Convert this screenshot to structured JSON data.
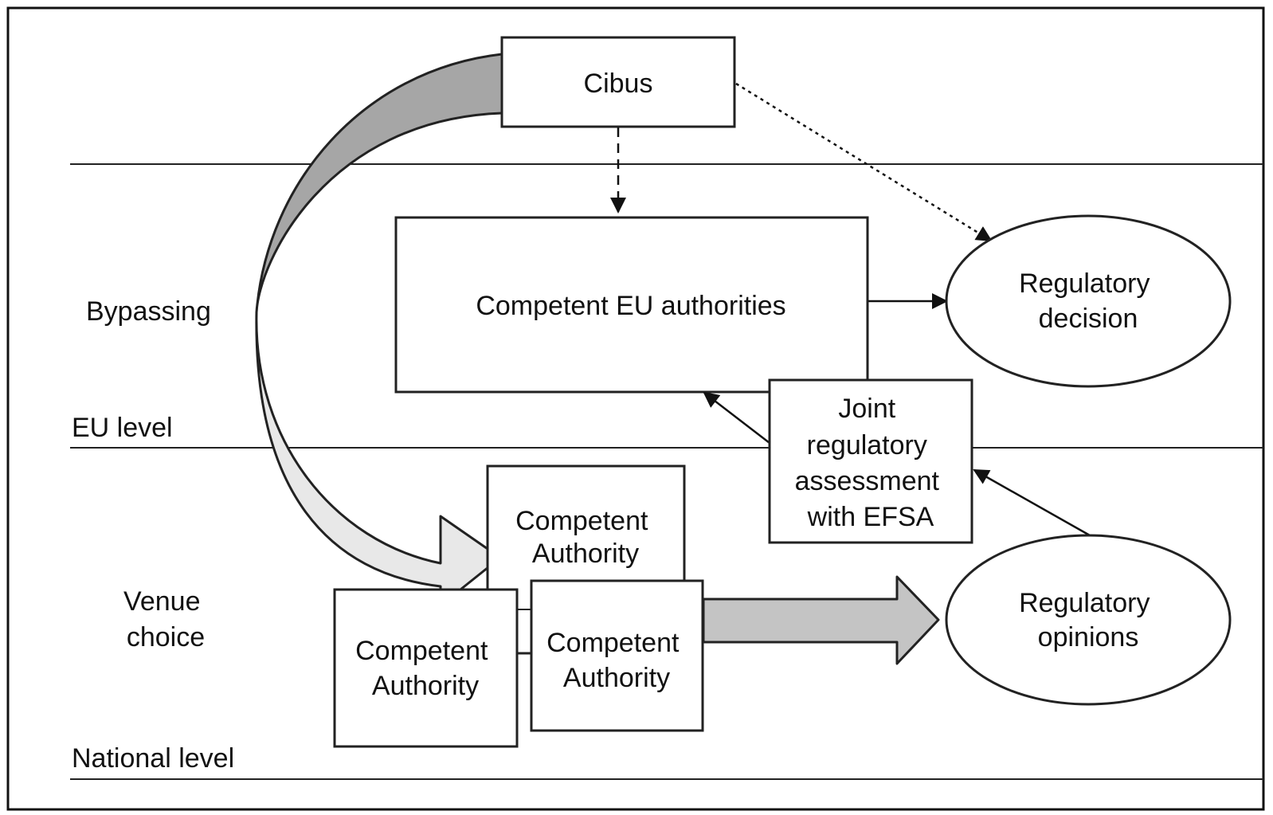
{
  "levels": {
    "eu": "EU level",
    "national": "National level"
  },
  "strategies": {
    "bypassing": "Bypassing",
    "venue_choice": [
      "Venue",
      "choice"
    ]
  },
  "nodes": {
    "cibus": "Cibus",
    "eu_authorities": "Competent EU authorities",
    "regulatory_decision": [
      "Regulatory",
      "decision"
    ],
    "joint_assessment": [
      "Joint",
      "regulatory",
      "assessment",
      "with EFSA"
    ],
    "competent_authority_back": [
      "Competent",
      "Authority"
    ],
    "competent_authority_left": [
      "Competent",
      "Authority"
    ],
    "competent_authority_right": [
      "Competent",
      "Authority"
    ],
    "regulatory_opinions": [
      "Regulatory",
      "opinions"
    ]
  },
  "colors": {
    "dark_arrow": "#a6a6a6",
    "light_arrow": "#e8e8e8",
    "block_arrow": "#c4c4c4",
    "stroke": "#222222"
  }
}
